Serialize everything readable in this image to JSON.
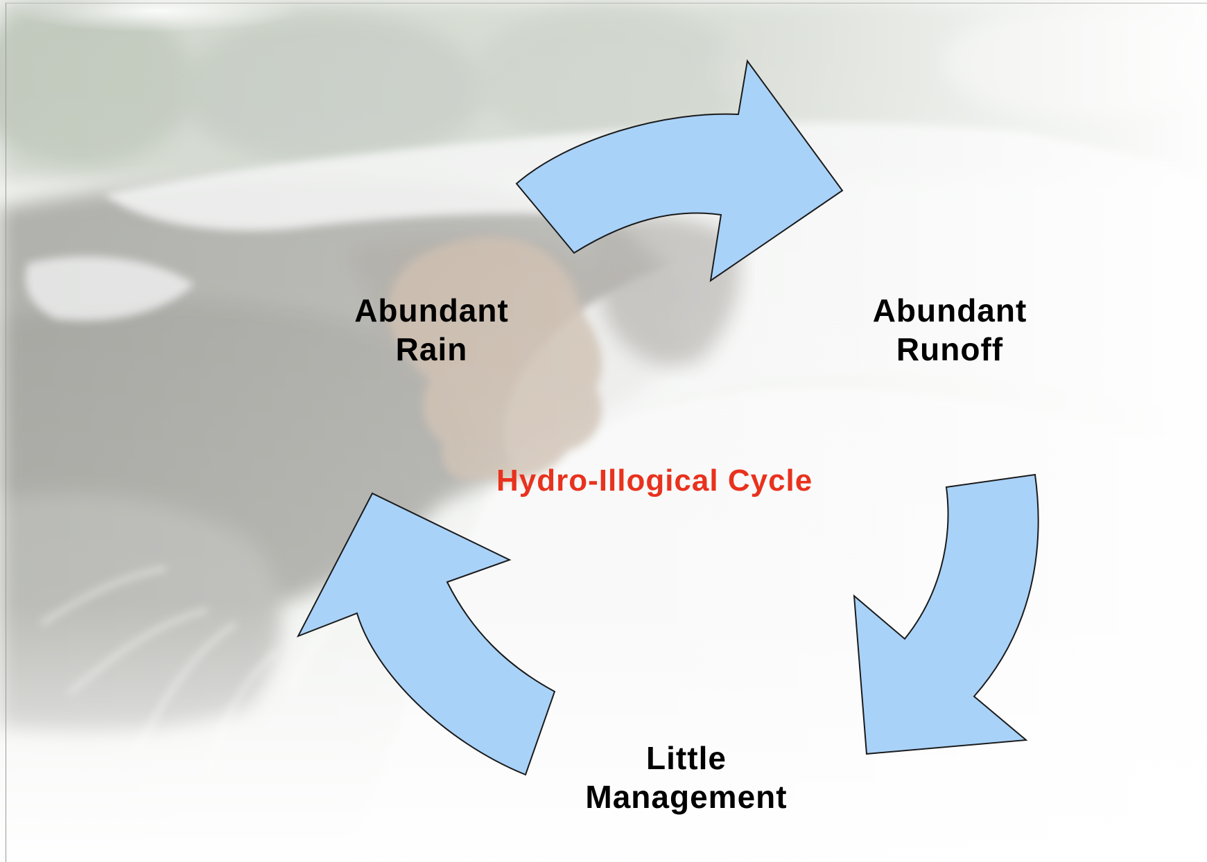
{
  "diagram": {
    "nodes": {
      "abundant_rain": {
        "line1": "Abundant",
        "line2": "Rain"
      },
      "abundant_runoff": {
        "line1": "Abundant",
        "line2": "Runoff"
      },
      "little_management": {
        "line1": "Little",
        "line2": "Management"
      }
    },
    "center_title": "Hydro-Illogical Cycle",
    "edges": [
      {
        "from": "abundant_rain",
        "to": "abundant_runoff"
      },
      {
        "from": "abundant_runoff",
        "to": "little_management"
      },
      {
        "from": "little_management",
        "to": "abundant_rain"
      }
    ]
  },
  "colors": {
    "arrow_fill": "#a9d2f8",
    "arrow_stroke": "#1a1a1a",
    "title": "#e8321e",
    "label": "#000000"
  },
  "background": {
    "description_icon": "stream-photo-icon"
  }
}
